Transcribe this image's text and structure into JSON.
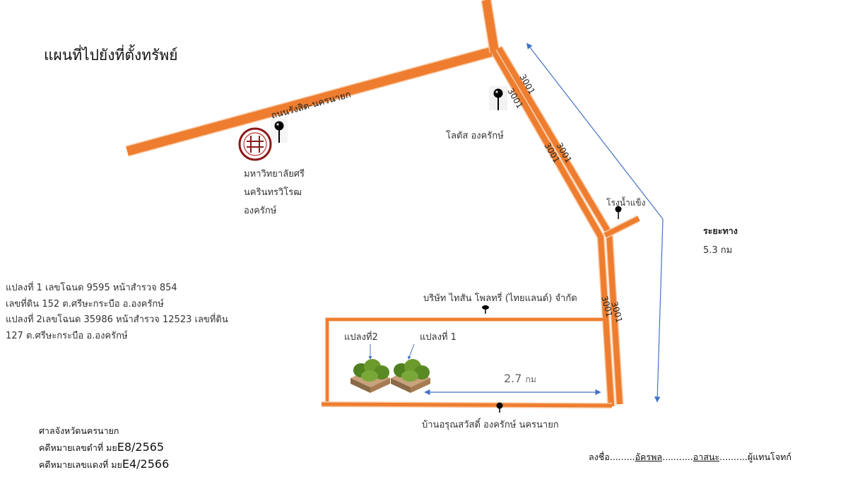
{
  "title": "แผนที่ไปยังที่ตั้งทรัพย์",
  "colors": {
    "road": "#ee7d2f",
    "road_edge": "#f9c9a4",
    "arrow": "#4472c4",
    "pin": "#000000",
    "land": "#6c9a2c"
  },
  "roads": {
    "rangsit": "ถนนรังสิต-นครนายก",
    "route": "3001"
  },
  "places": {
    "university": [
      "มหาวิทยาลัยศรี",
      "นครินทรวิโรฒ",
      "องครักษ์"
    ],
    "lotus": "โลตัส องครักษ์",
    "ice_factory": "โรงน้ำแข็ง",
    "company": "บริษัท ไทสัน โพลทรี่ (ไทยแลนด์) จำกัด",
    "village": "บ้านอรุณสวัสดิ์ องครักษ์ นครนายก"
  },
  "plots": {
    "plot2": "แปลงที่2",
    "plot1": "แปลงที่ 1"
  },
  "distance_short": {
    "value": "2.7",
    "unit": "กม"
  },
  "distance_total": {
    "label": "ระยะทาง",
    "value": "5.3 กม"
  },
  "land_info": [
    "แปลงที่ 1 เลขโฉนด 9595 หน้าสำรวจ 854",
    "เลขที่ดิน 152 ต.ศรีษะกระบือ อ.องครักษ์",
    "แปลงที่ 2เลขโฉนด 35986 หน้าสำรวจ 12523 เลขที่ดิน",
    "127 ต.ศรีษะกระบือ อ.องครักษ์"
  ],
  "court": {
    "name": "ศาลจังหวัดนครนายก",
    "black_case_label": "คดีหมายเลขดำที่ มย",
    "black_case_no": "E8/2565",
    "red_case_label": "คดีหมายเลขแดงที่ มย",
    "red_case_no": "E4/2566"
  },
  "signature": {
    "prefix": "ลงชื่อ.........",
    "first_name": "อัครพล",
    "dots1": "...........",
    "last_name": "อาสนะ",
    "dots2": "..........",
    "role": "ผู้แทนโจทก์"
  }
}
